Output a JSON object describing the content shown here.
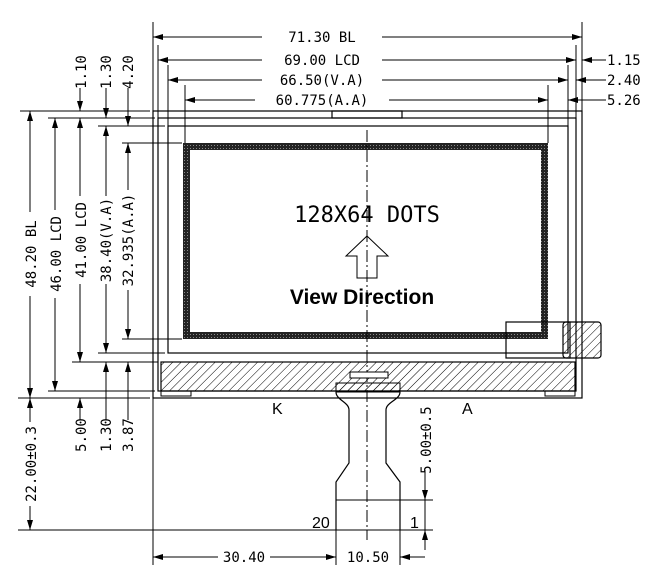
{
  "drawing": {
    "display_label": "128X64 DOTS",
    "view_direction": "View Direction",
    "pin_labels": {
      "k": "K",
      "a": "A",
      "pin_first": "1",
      "pin_last": "20"
    },
    "dimensions": {
      "width_bl": "71.30 BL",
      "width_lcd": "69.00 LCD",
      "width_va": "66.50(V.A)",
      "width_aa": "60.775(A.A)",
      "right_1": "1.15",
      "right_2": "2.40",
      "right_3": "5.26",
      "height_bl": "48.20 BL",
      "height_lcd": "46.00 LCD",
      "height_lcd2": "41.00 LCD",
      "height_va": "38.40(V.A)",
      "height_aa": "32.935(A.A)",
      "top_1": "1.10",
      "top_2": "1.30",
      "top_3": "4.20",
      "bottom_1": "5.00",
      "bottom_2": "1.30",
      "bottom_3": "3.87",
      "fpc_length": "22.00±0.3",
      "fpc_stiffener": "5.00±0.5",
      "fpc_offset": "30.40",
      "fpc_width": "10.50"
    }
  }
}
